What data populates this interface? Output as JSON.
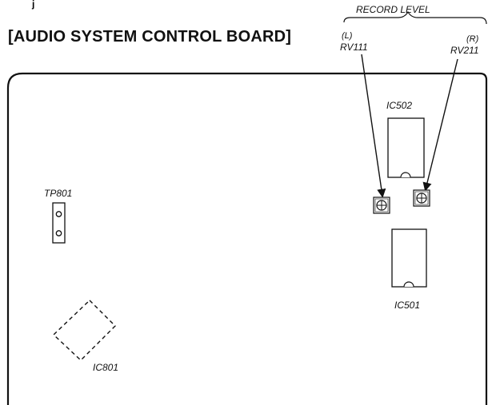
{
  "header": {
    "partial_caption": "j",
    "title": "[AUDIO SYSTEM CONTROL BOARD]",
    "record_level_label": "RECORD LEVEL"
  },
  "components": {
    "rv111": {
      "channel": "(L)",
      "ref": "RV111"
    },
    "rv211": {
      "channel": "(R)",
      "ref": "RV211"
    },
    "ic502": "IC502",
    "ic501": "IC501",
    "ic801": "IC801",
    "tp801": "TP801"
  }
}
